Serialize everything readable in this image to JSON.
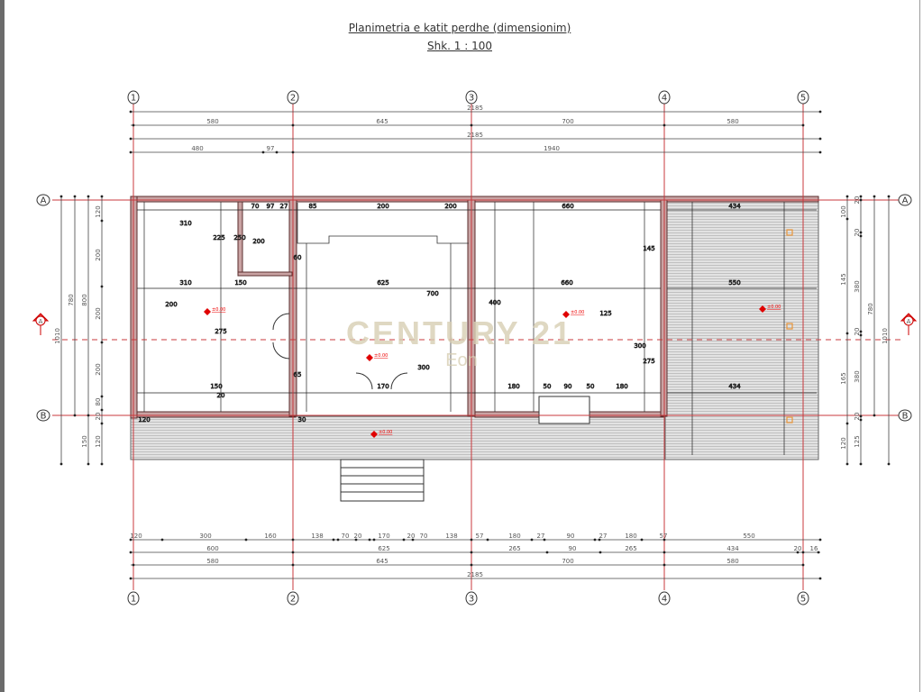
{
  "drawing": {
    "title": "Planimetria e katit perdhe (dimensionim)",
    "scale": "Shk. 1 : 100"
  },
  "grid": {
    "columns": [
      "1",
      "2",
      "3",
      "4",
      "5"
    ],
    "rows": [
      "A",
      "B"
    ],
    "section_marker": "A"
  },
  "watermark": {
    "brand": "CENTURY 21",
    "office": "Eon"
  },
  "colors": {
    "grid_line": "#c8383c",
    "wall": "#8a4a4a",
    "hatch": "#d4d4d4",
    "elevation": "#e00000",
    "column_marker": "#e8953a"
  },
  "dimensions": {
    "top": {
      "row1": [
        "2185"
      ],
      "row2": [
        "580",
        "645",
        "700",
        "580"
      ],
      "row3": [
        "2185"
      ],
      "row4": [
        "480",
        "97",
        "1940"
      ]
    },
    "bottom": {
      "row1": [
        "120",
        "300",
        "160",
        "138",
        "70",
        "20",
        "170",
        "20",
        "70",
        "138",
        "57",
        "180",
        "27",
        "90",
        "27",
        "180",
        "57",
        "550"
      ],
      "row2": [
        "600",
        "625",
        "265",
        "90",
        "265",
        "434",
        "20",
        "16"
      ],
      "row3": [
        "580",
        "645",
        "700",
        "580"
      ],
      "row4": [
        "2185"
      ]
    },
    "left": {
      "col1": [
        "1010"
      ],
      "col2": [
        "780"
      ],
      "col3": [
        "800",
        "150"
      ],
      "col4": [
        "120",
        "200",
        "200",
        "200",
        "80",
        "20",
        "120"
      ]
    },
    "right": {
      "col1": [
        "100",
        "145",
        "165",
        "120"
      ],
      "col2": [
        "20",
        "20",
        "380",
        "20",
        "380",
        "20",
        "125"
      ],
      "col3": [
        "780"
      ],
      "col4": [
        "1010"
      ]
    },
    "interior": [
      "310",
      "250",
      "225",
      "200",
      "310",
      "150",
      "200",
      "150",
      "625",
      "700",
      "300",
      "170",
      "660",
      "660",
      "400",
      "300",
      "145",
      "275",
      "180",
      "90",
      "50",
      "50",
      "180",
      "550",
      "434",
      "434",
      "70",
      "97",
      "27",
      "200",
      "85",
      "200",
      "120",
      "20",
      "60",
      "30",
      "65",
      "125",
      "275"
    ]
  },
  "elevations": [
    "±0.00",
    "±0.00",
    "±0.00",
    "±0.00",
    "±0.00"
  ]
}
